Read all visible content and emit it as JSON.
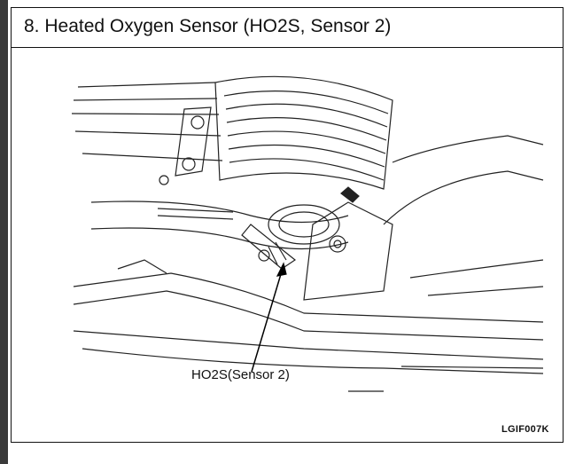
{
  "section": {
    "title": "8.  Heated Oxygen Sensor (HO2S, Sensor 2)"
  },
  "figure": {
    "callout_label": "HO2S(Sensor 2)",
    "figure_id": "LGIF007K"
  }
}
